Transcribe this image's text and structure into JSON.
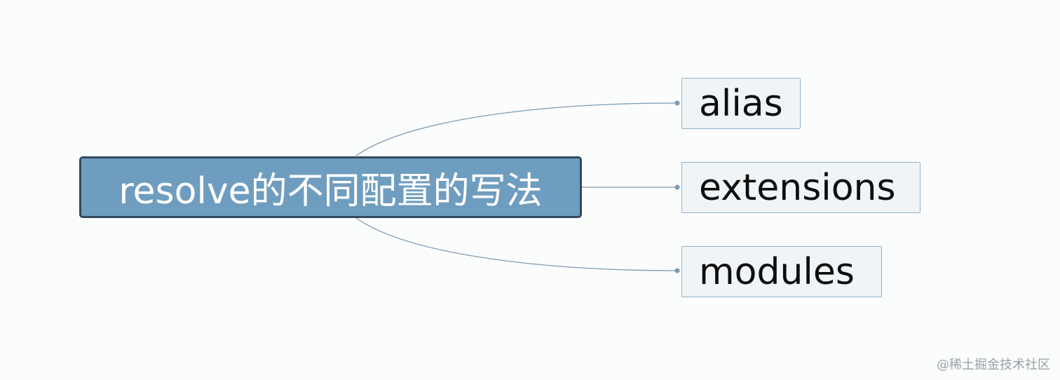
{
  "mindmap": {
    "root": {
      "label": "resolve的不同配置的写法"
    },
    "children": [
      {
        "label": "alias"
      },
      {
        "label": "extensions"
      },
      {
        "label": "modules"
      }
    ]
  },
  "watermark": "@稀土掘金技术社区",
  "colors": {
    "root_fill": "#6f9dbf",
    "root_border": "#34495c",
    "child_fill": "#f0f4f7",
    "child_border": "#8fb3cc",
    "connector": "#7b9bb5",
    "background": "#fbfcfc"
  }
}
